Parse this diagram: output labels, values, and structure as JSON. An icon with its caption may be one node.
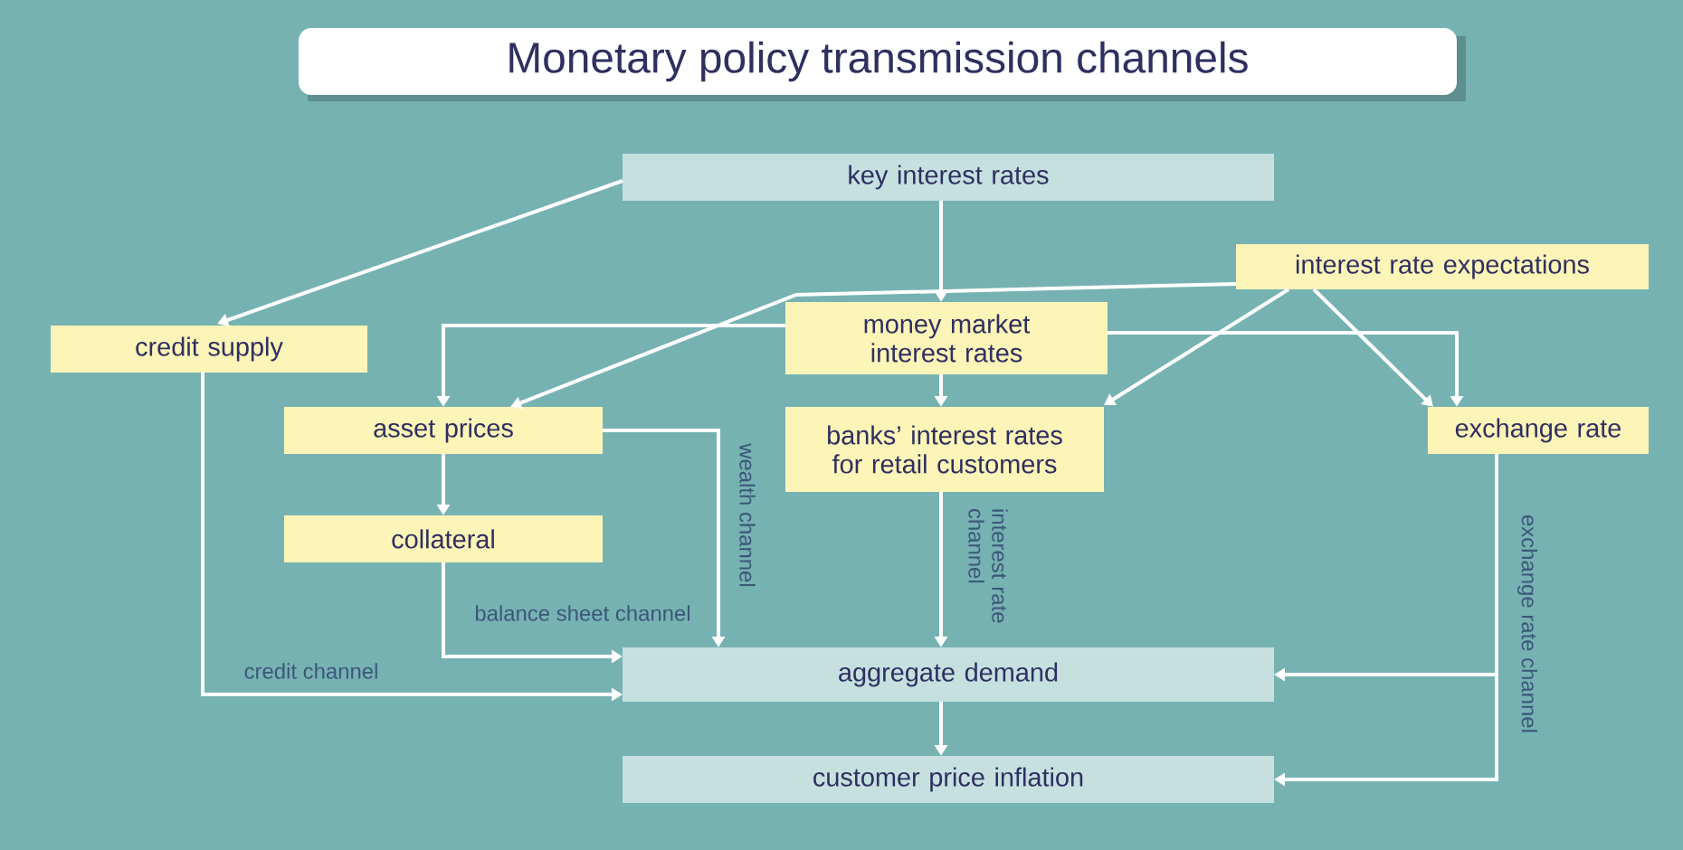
{
  "diagram": {
    "title": "Monetary policy transmission channels",
    "nodes": [
      {
        "text": [
          "key interest rates"
        ]
      },
      {
        "text": [
          "interest rate expectations"
        ]
      },
      {
        "text": [
          "credit supply"
        ]
      },
      {
        "text": [
          "money market interest rates"
        ]
      },
      {
        "text": [
          "asset prices"
        ]
      },
      {
        "text": [
          "banks’ interest rates for retail customers"
        ]
      },
      {
        "text": [
          "exchange rate"
        ]
      },
      {
        "text": [
          "collateral"
        ]
      },
      {
        "text": [
          "aggregate demand"
        ]
      },
      {
        "text": [
          "customer price inflation"
        ]
      }
    ],
    "edges": [
      {
        "from": 0,
        "to": 2,
        "arrow": "to"
      },
      {
        "from": 0,
        "to": 3,
        "arrow": "to"
      },
      {
        "from": 3,
        "to": 4,
        "arrow": "to"
      },
      {
        "from": 1,
        "to": 4,
        "arrow": "to"
      },
      {
        "from": 1,
        "to": 5,
        "arrow": "to"
      },
      {
        "from": 1,
        "to": 6,
        "arrow": "to"
      },
      {
        "from": 3,
        "to": 6,
        "arrow": "to"
      },
      {
        "from": 3,
        "to": 5,
        "arrow": "to"
      },
      {
        "from": 4,
        "to": 7,
        "arrow": "to"
      },
      {
        "from": 4,
        "to": 8,
        "arrow": "to",
        "label": "wealth channel"
      },
      {
        "from": 7,
        "to": 8,
        "arrow": "to",
        "label": "balance sheet channel"
      },
      {
        "from": 2,
        "to": 8,
        "arrow": "to",
        "label": "credit channel"
      },
      {
        "from": 5,
        "to": 8,
        "arrow": "to",
        "label": "interest rate channel"
      },
      {
        "from": 6,
        "to": 8,
        "arrow": "to",
        "label": "exchange rate channel"
      },
      {
        "from": 6,
        "to": 9,
        "arrow": "to"
      },
      {
        "from": 8,
        "to": 9,
        "arrow": "to"
      }
    ]
  }
}
